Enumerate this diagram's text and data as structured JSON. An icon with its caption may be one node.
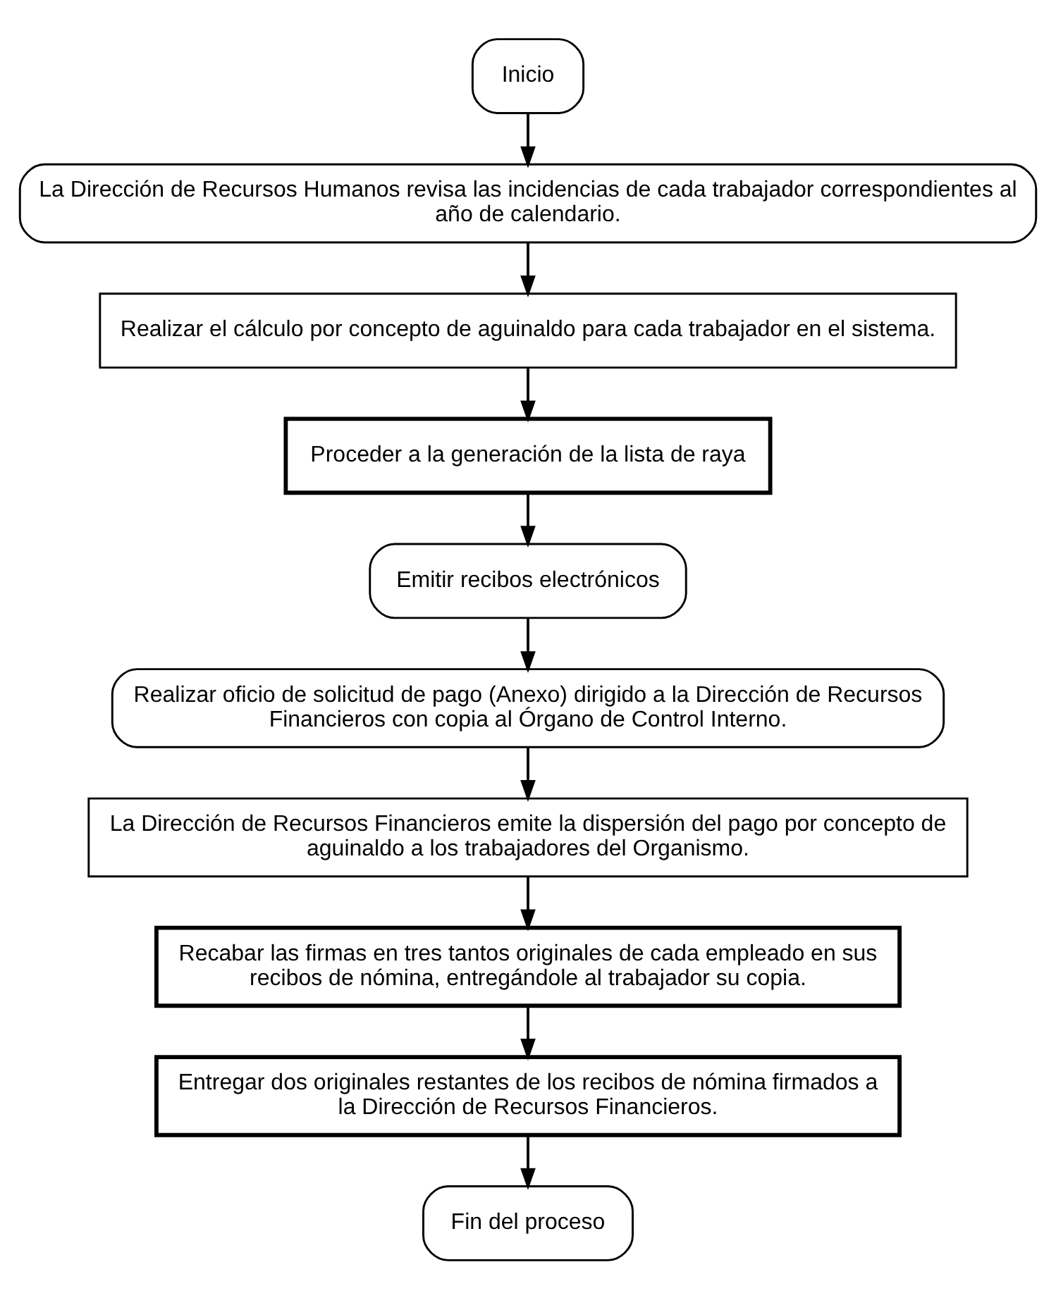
{
  "diagram": {
    "nodes": [
      {
        "text": [
          "Inicio"
        ]
      },
      {
        "text": [
          "La Dirección de Recursos Humanos revisa las incidencias de cada trabajador correspondientes al año de calendario."
        ]
      },
      {
        "text": [
          "Realizar el cálculo por concepto de aguinaldo para cada trabajador en el sistema."
        ]
      },
      {
        "text": [
          "Proceder a la generación de la lista de raya"
        ]
      },
      {
        "text": [
          "Emitir recibos electrónicos"
        ]
      },
      {
        "text": [
          "Realizar oficio de solicitud de pago (Anexo) dirigido a la Dirección de Recursos Financieros con copia al Órgano de Control Interno."
        ]
      },
      {
        "text": [
          "La Dirección de Recursos Financieros emite la dispersión del pago por concepto de aguinaldo a los trabajadores del Organismo."
        ]
      },
      {
        "text": [
          "Recabar las firmas en tres tantos originales de cada empleado en sus recibos de nómina, entregándole al trabajador su copia."
        ]
      },
      {
        "text": [
          "Entregar dos originales restantes de los recibos de nómina firmados a la Dirección de Recursos Financieros."
        ]
      },
      {
        "text": [
          "Fin del proceso"
        ]
      }
    ],
    "edges": [
      {
        "from": 0,
        "to": 1,
        "arrow": "to"
      },
      {
        "from": 1,
        "to": 2,
        "arrow": "to"
      },
      {
        "from": 2,
        "to": 3,
        "arrow": "to"
      },
      {
        "from": 3,
        "to": 4,
        "arrow": "to"
      },
      {
        "from": 4,
        "to": 5,
        "arrow": "to"
      },
      {
        "from": 5,
        "to": 6,
        "arrow": "to"
      },
      {
        "from": 6,
        "to": 7,
        "arrow": "to"
      },
      {
        "from": 7,
        "to": 8,
        "arrow": "to"
      },
      {
        "from": 8,
        "to": 9,
        "arrow": "to"
      }
    ]
  }
}
